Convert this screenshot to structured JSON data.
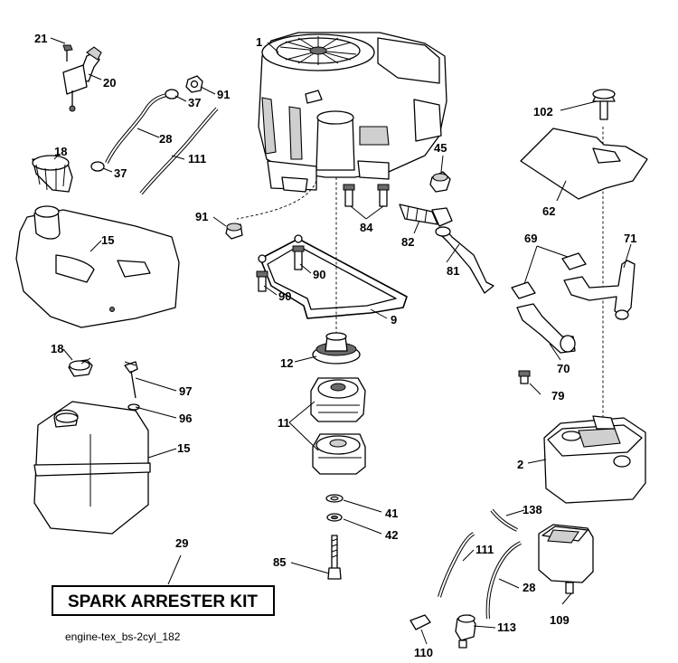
{
  "diagram": {
    "kit_label": "SPARK ARRESTER KIT",
    "footer": "engine-tex_bs-2cyl_182",
    "callouts": {
      "c1": "1",
      "c2": "2",
      "c9": "9",
      "c11a": "11",
      "c11b": "11",
      "c12": "12",
      "c15a": "15",
      "c15b": "15",
      "c18a": "18",
      "c18b": "18",
      "c20": "20",
      "c21": "21",
      "c28a": "28",
      "c28b": "28",
      "c29": "29",
      "c37a": "37",
      "c37b": "37",
      "c41": "41",
      "c42": "42",
      "c45": "45",
      "c62": "62",
      "c69": "69",
      "c70": "70",
      "c71": "71",
      "c79": "79",
      "c81": "81",
      "c82": "82",
      "c84": "84",
      "c85": "85",
      "c90a": "90",
      "c90b": "90",
      "c91a": "91",
      "c91b": "91",
      "c96": "96",
      "c97": "97",
      "c102": "102",
      "c109": "109",
      "c110": "110",
      "c111a": "111",
      "c111b": "111",
      "c113": "113",
      "c138": "138"
    }
  }
}
